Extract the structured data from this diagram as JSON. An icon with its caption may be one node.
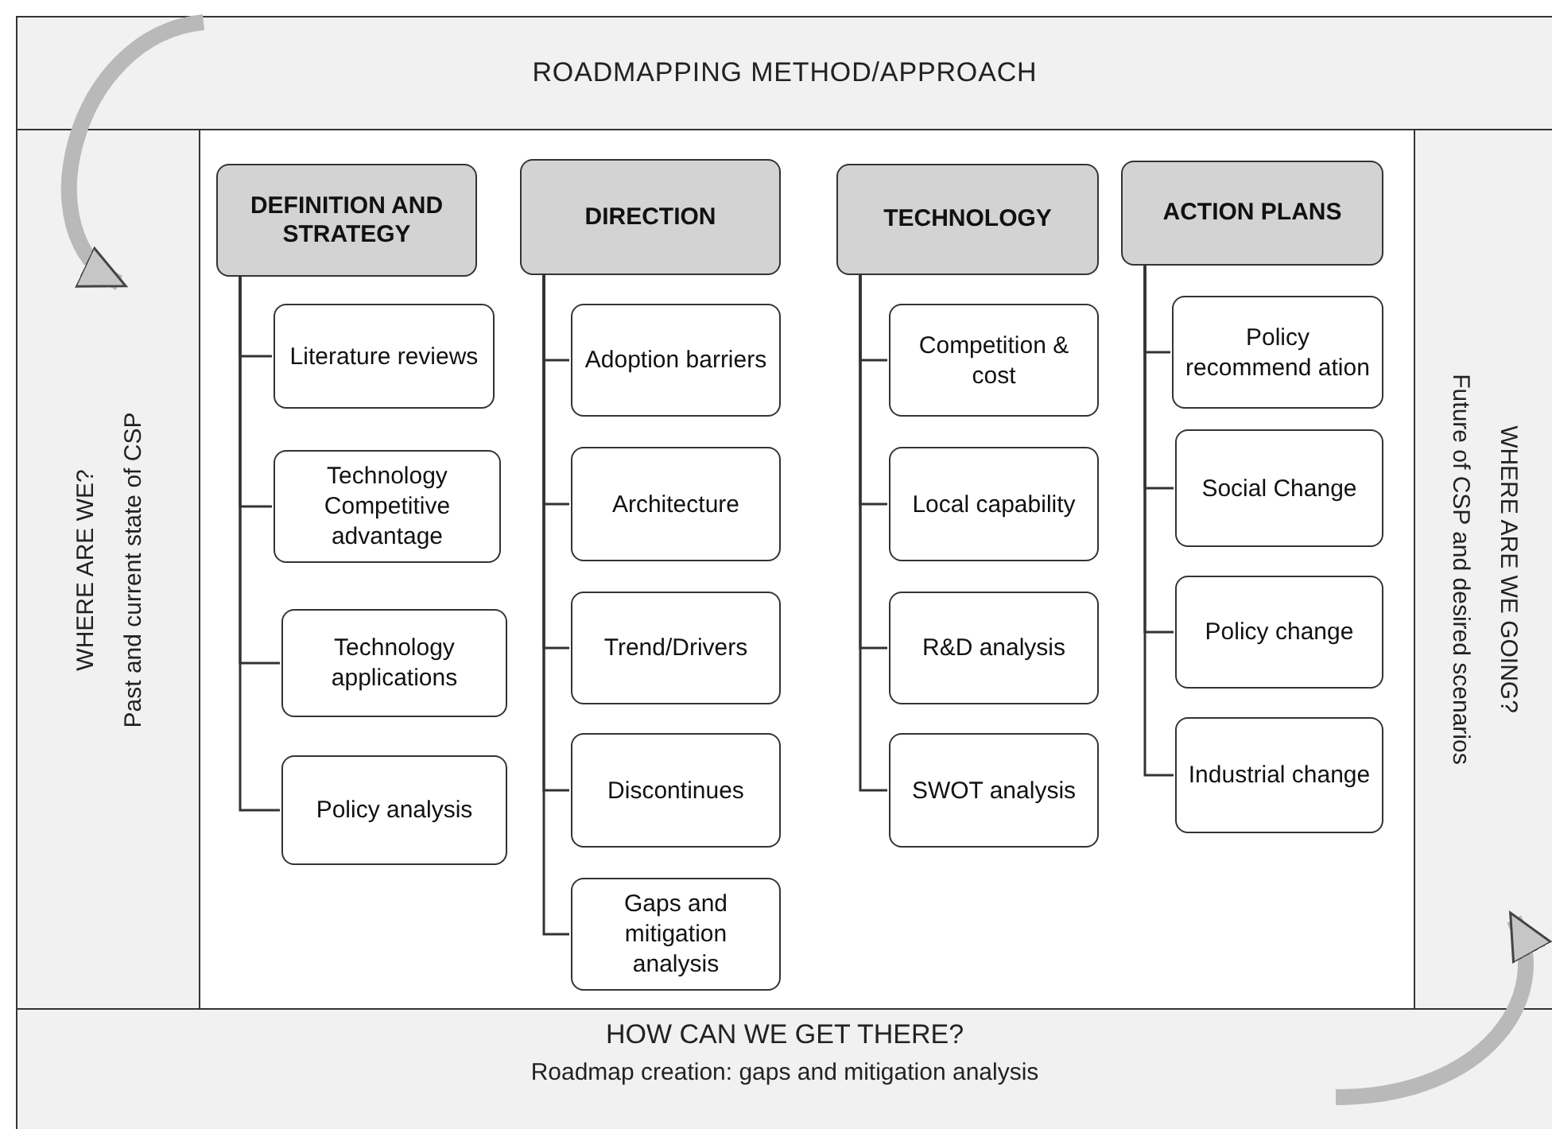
{
  "diagram": {
    "nodes": [
      {
        "text": [
          "ROADMAPPING METHOD/APPROACH"
        ]
      },
      {
        "text": [
          "WHERE ARE WE?",
          "Past and current state of CSP"
        ]
      },
      {
        "text": [],
        "shape": "box"
      },
      {
        "text": [
          "WHERE ARE WE GOING?",
          "Future of CSP and desired scenarios"
        ]
      },
      {
        "text": [
          "HOW CAN WE GET THERE?",
          "Roadmap creation: gaps and mitigation analysis"
        ]
      },
      {
        "text": [
          "DEFINITION AND STRATEGY"
        ],
        "in": 2
      },
      {
        "text": [
          "Literature reviews"
        ],
        "in": 2
      },
      {
        "text": [
          "Technology Competitive advantage"
        ],
        "in": 2
      },
      {
        "text": [
          "Technology applications"
        ],
        "in": 2
      },
      {
        "text": [
          "Policy analysis"
        ],
        "in": 2
      },
      {
        "text": [
          "DIRECTION"
        ],
        "in": 2
      },
      {
        "text": [
          "Adoption barriers"
        ],
        "in": 2
      },
      {
        "text": [
          "Architecture"
        ],
        "in": 2
      },
      {
        "text": [
          "Trend/Drivers"
        ],
        "in": 2
      },
      {
        "text": [
          "Discontinues"
        ],
        "in": 2
      },
      {
        "text": [
          "Gaps and mitigation analysis"
        ],
        "in": 2
      },
      {
        "text": [
          "TECHNOLOGY"
        ],
        "in": 2
      },
      {
        "text": [
          "Competition & cost"
        ],
        "in": 2
      },
      {
        "text": [
          "Local capability"
        ],
        "in": 2
      },
      {
        "text": [
          "R&D analysis"
        ],
        "in": 2
      },
      {
        "text": [
          "SWOT analysis"
        ],
        "in": 2
      },
      {
        "text": [
          "ACTION PLANS"
        ],
        "in": 2
      },
      {
        "text": [
          "Policy recommend ation"
        ],
        "in": 2
      },
      {
        "text": [
          "Social Change"
        ],
        "in": 2
      },
      {
        "text": [
          "Policy change"
        ],
        "in": 2
      },
      {
        "text": [
          "Industrial change"
        ],
        "in": 2
      }
    ],
    "edges": [
      {
        "from": 0,
        "to": 1,
        "arrow": "to",
        "style": "thick",
        "color": "#b9b9b9"
      },
      {
        "from": 4,
        "to": 3,
        "arrow": "to",
        "style": "thick",
        "color": "#b9b9b9"
      },
      {
        "from": 5,
        "to": 6,
        "arrow": "none"
      },
      {
        "from": 5,
        "to": 7,
        "arrow": "none"
      },
      {
        "from": 5,
        "to": 8,
        "arrow": "none"
      },
      {
        "from": 5,
        "to": 9,
        "arrow": "none"
      },
      {
        "from": 10,
        "to": 11,
        "arrow": "none"
      },
      {
        "from": 10,
        "to": 12,
        "arrow": "none"
      },
      {
        "from": 10,
        "to": 13,
        "arrow": "none"
      },
      {
        "from": 10,
        "to": 14,
        "arrow": "none"
      },
      {
        "from": 10,
        "to": 15,
        "arrow": "none"
      },
      {
        "from": 16,
        "to": 17,
        "arrow": "none"
      },
      {
        "from": 16,
        "to": 18,
        "arrow": "none"
      },
      {
        "from": 16,
        "to": 19,
        "arrow": "none"
      },
      {
        "from": 16,
        "to": 20,
        "arrow": "none"
      },
      {
        "from": 21,
        "to": 22,
        "arrow": "none"
      },
      {
        "from": 21,
        "to": 23,
        "arrow": "none"
      },
      {
        "from": 21,
        "to": 24,
        "arrow": "none"
      },
      {
        "from": 21,
        "to": 25,
        "arrow": "none"
      }
    ]
  }
}
